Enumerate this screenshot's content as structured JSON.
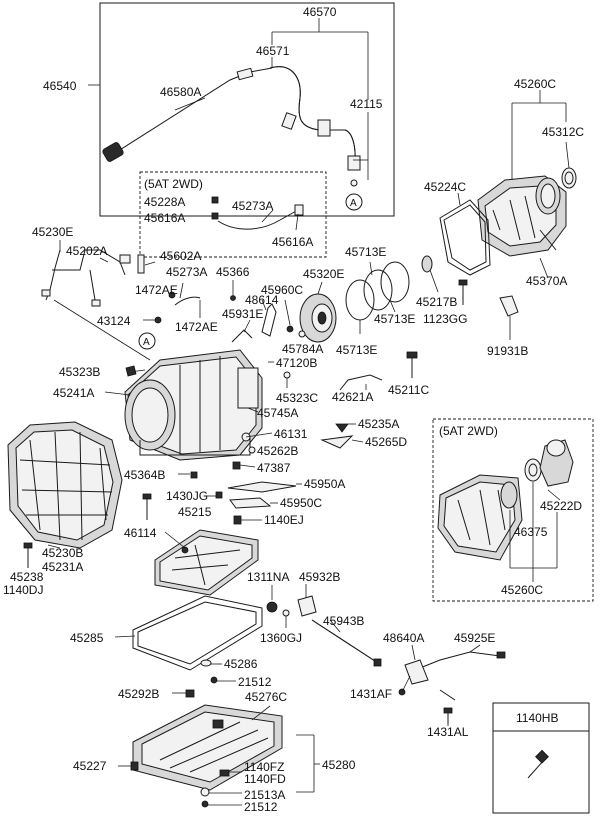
{
  "diagram": {
    "variant_labels": {
      "upper": "(5AT 2WD)",
      "lower": "(5AT 2WD)"
    },
    "callouts": {
      "a1": "A",
      "a2": "A"
    },
    "kit_box_label": "1140HB",
    "parts": [
      "46570",
      "46540",
      "46571",
      "46580A",
      "42115",
      "45260C",
      "45312C",
      "45224C",
      "45370A",
      "45228A",
      "45616A",
      "45273A",
      "45616A",
      "45230E",
      "45202A",
      "45602A",
      "45273A",
      "45366",
      "1472AE",
      "1472AE",
      "43124",
      "45931E",
      "48614",
      "45960C",
      "45320E",
      "45713E",
      "45713E",
      "45713E",
      "45217B",
      "1123GG",
      "91931B",
      "45784A",
      "45323B",
      "45241A",
      "47120B",
      "45323C",
      "42621A",
      "45211C",
      "45745A",
      "46131",
      "45262B",
      "45235A",
      "45265D",
      "47387",
      "45950A",
      "45950C",
      "1140EJ",
      "45364B",
      "1430JG",
      "45215",
      "46114",
      "45230B",
      "45231A",
      "45238",
      "1140DJ",
      "1311NA",
      "45932B",
      "45943B",
      "1360GJ",
      "45285",
      "45286",
      "21512",
      "45292B",
      "45276C",
      "48640A",
      "45925E",
      "1431AF",
      "1431AL",
      "45227",
      "1140FZ",
      "1140FD",
      "45280",
      "21513A",
      "21512",
      "45222D",
      "46375",
      "45260C"
    ]
  }
}
